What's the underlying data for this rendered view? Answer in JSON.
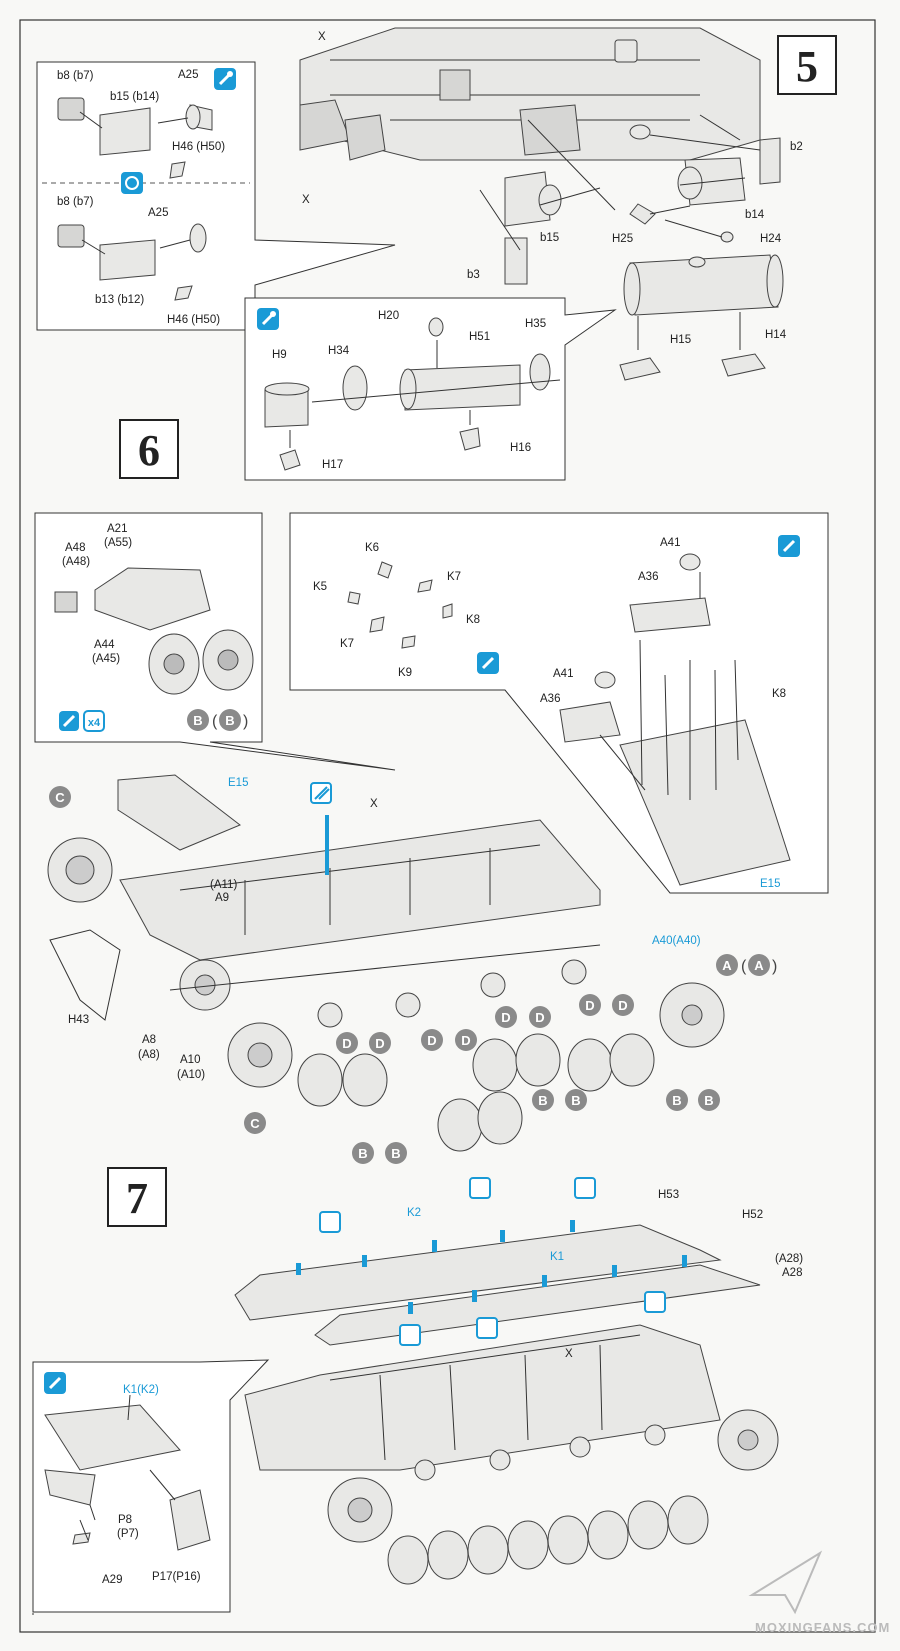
{
  "steps": {
    "s5": "5",
    "s6": "6",
    "s7": "7"
  },
  "step5": {
    "inset_top": {
      "b8a": "b8 (b7)",
      "b15": "b15 (b14)",
      "a25a": "A25",
      "h46a": "H46 (H50)",
      "b8b": "b8 (b7)",
      "a25b": "A25",
      "b13": "b13 (b12)",
      "h46b": "H46 (H50)"
    },
    "main": {
      "x": "X",
      "b2": "b2",
      "b14": "b14",
      "b15": "b15",
      "h25": "H25",
      "h24": "H24",
      "b3": "b3",
      "h15": "H15",
      "h14": "H14"
    },
    "muffler": {
      "h20": "H20",
      "h51": "H51",
      "h35": "H35",
      "h9": "H9",
      "h34": "H34",
      "h17": "H17",
      "h16": "H16"
    }
  },
  "step6": {
    "wheel_inset": {
      "a21": "A21",
      "a55": "(A55)",
      "a48": "A48",
      "a48p": "(A48)",
      "a44": "A44",
      "a45": "(A45)",
      "x4": "x4",
      "b": "B",
      "bp": "B"
    },
    "plate_inset": {
      "k6": "K6",
      "k5": "K5",
      "k7a": "K7",
      "k7b": "K7",
      "k8a": "K8",
      "k9": "K9",
      "a41a": "A41",
      "a36a": "A36",
      "a41b": "A41",
      "a36b": "A36",
      "k8b": "K8",
      "e15": "E15"
    },
    "hull": {
      "c1": "C",
      "e15": "E15",
      "x": "X",
      "a11": "(A11)",
      "a9": "A9",
      "a40": "A40(A40)",
      "a": "A",
      "ap": "A",
      "h43": "H43",
      "a8": "A8",
      "a8p": "(A8)",
      "a10": "A10",
      "a10p": "(A10)",
      "c2": "C",
      "d": "D",
      "b": "B"
    }
  },
  "step7": {
    "labels": {
      "k2": "K2",
      "k1": "K1",
      "h53": "H53",
      "h52": "H52",
      "a28p": "(A28)",
      "a28": "A28",
      "x": "X"
    },
    "inset": {
      "k1k2": "K1(K2)",
      "p8": "P8",
      "p7": "(P7)",
      "p17": "P17(P16)",
      "a29": "A29"
    }
  },
  "watermark": "MOXINGFANS.COM",
  "colors": {
    "accent": "#1a9ad6",
    "circle": "#8a8a8a"
  },
  "icons": [
    "paint-brush-icon",
    "glue-icon",
    "flip-icon",
    "repeat-x4-icon"
  ]
}
